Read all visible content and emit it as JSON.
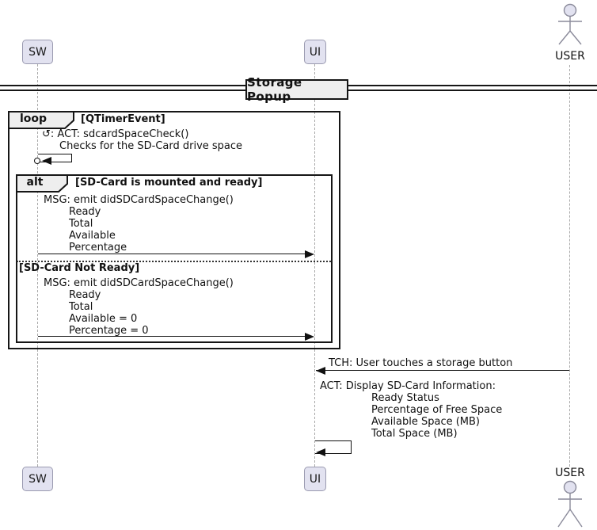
{
  "participants": {
    "sw": "SW",
    "ui": "UI",
    "user": "USER"
  },
  "divider": {
    "title": "Storage Popup"
  },
  "loop_frame": {
    "keyword": "loop",
    "condition": "[QTimerEvent]"
  },
  "timer_self_message": {
    "icon": "↺",
    "text": ": ACT: sdcardSpaceCheck()",
    "subtext": "Checks for the SD-Card drive space"
  },
  "alt_frame": {
    "keyword": "alt",
    "condition_ready": "[SD-Card is mounted and ready]",
    "condition_not_ready": "[SD-Card Not Ready]",
    "ready_message_lines": [
      "MSG: emit didSDCardSpaceChange()",
      "Ready",
      "Total",
      "Available",
      "Percentage"
    ],
    "not_ready_message_lines": [
      "MSG: emit didSDCardSpaceChange()",
      "Ready",
      "Total",
      "Available = 0",
      "Percentage = 0"
    ]
  },
  "touch_message": "TCH: User touches a storage button",
  "display_message": {
    "title": "ACT: Display SD-Card Information:",
    "details": [
      "Ready Status",
      "Percentage of Free Space",
      "Available Space (MB)",
      "Total Space (MB)"
    ]
  },
  "colors": {
    "participant_fill": "#E2E2F0",
    "participant_border": "#9A9AB0",
    "frame_fill": "#EEEEEE",
    "frame_border": "#161616",
    "lifeline": "#A9A9A9"
  }
}
